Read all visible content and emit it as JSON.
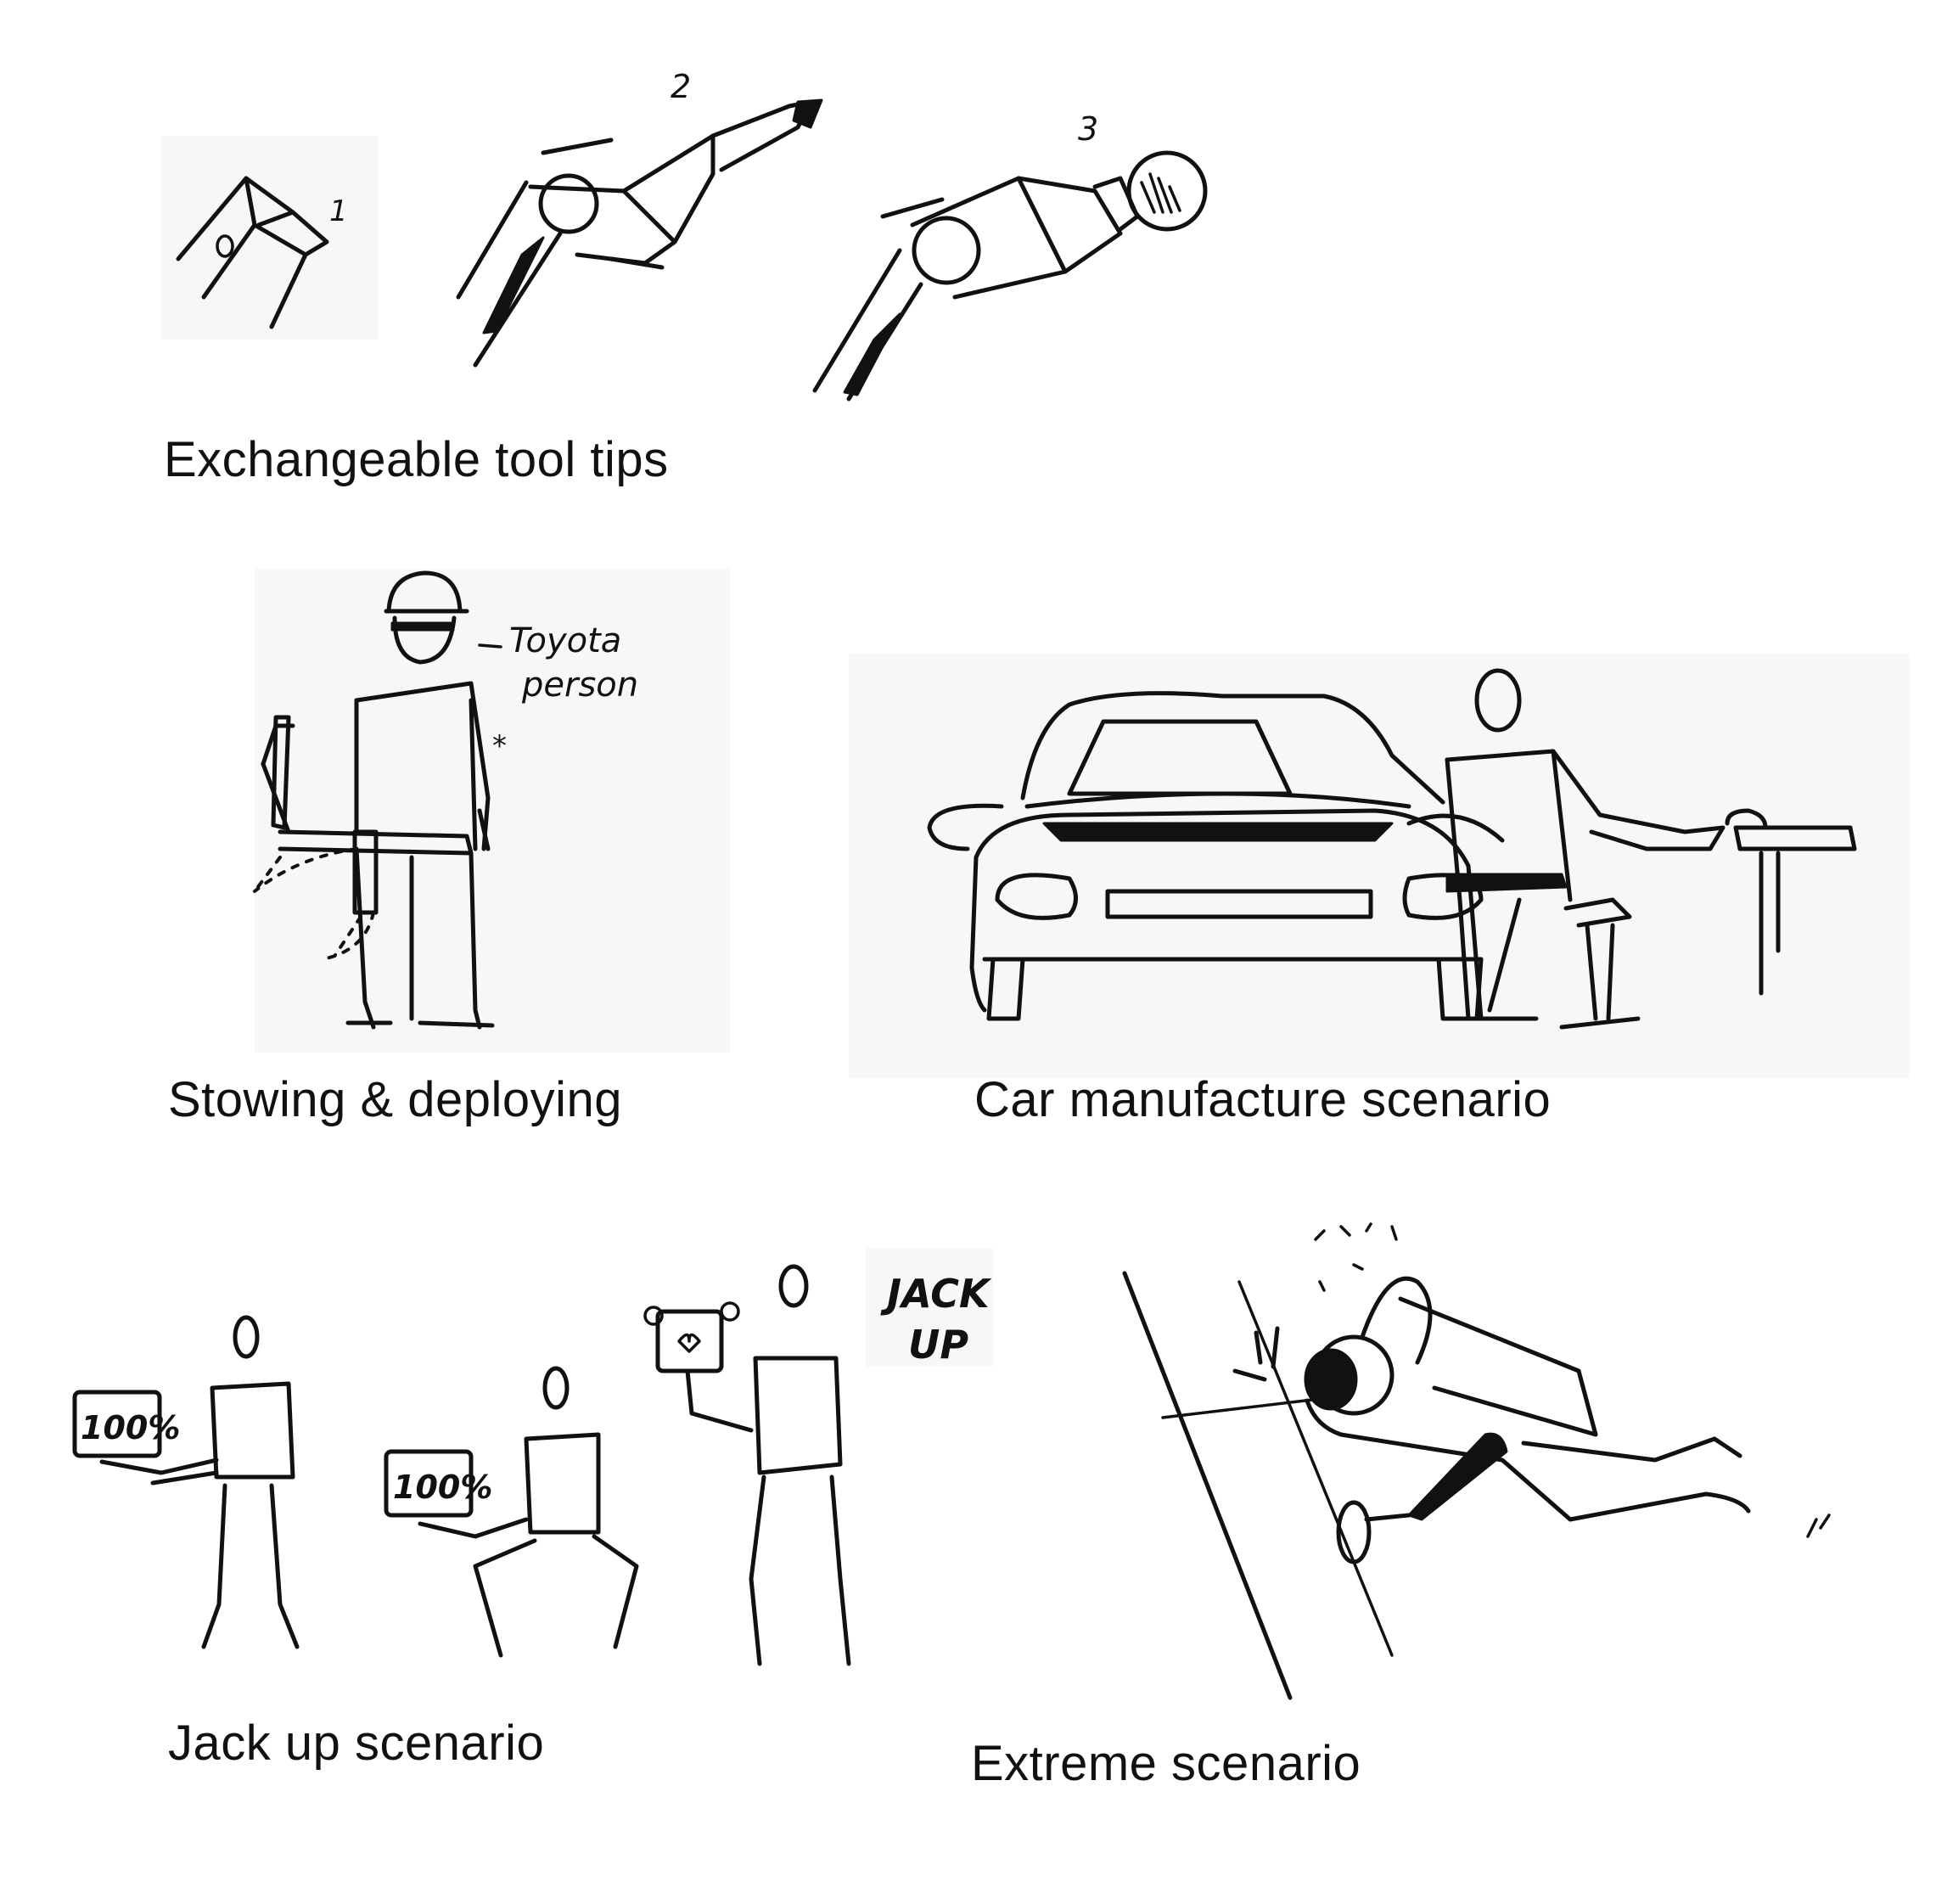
{
  "captions": {
    "tool_tips": "Exchangeable tool tips",
    "stowing": "Stowing & deploying",
    "car": "Car manufacture scenario",
    "jack": "Jack up scenario",
    "extreme": "Extreme scenario"
  },
  "annotations": {
    "tip_1": "1",
    "tip_2": "2",
    "tip_3": "3",
    "toyota_1": "Toyota",
    "toyota_2": "person",
    "box_label": "100%",
    "jack_1": "JACK",
    "jack_2": "UP"
  }
}
